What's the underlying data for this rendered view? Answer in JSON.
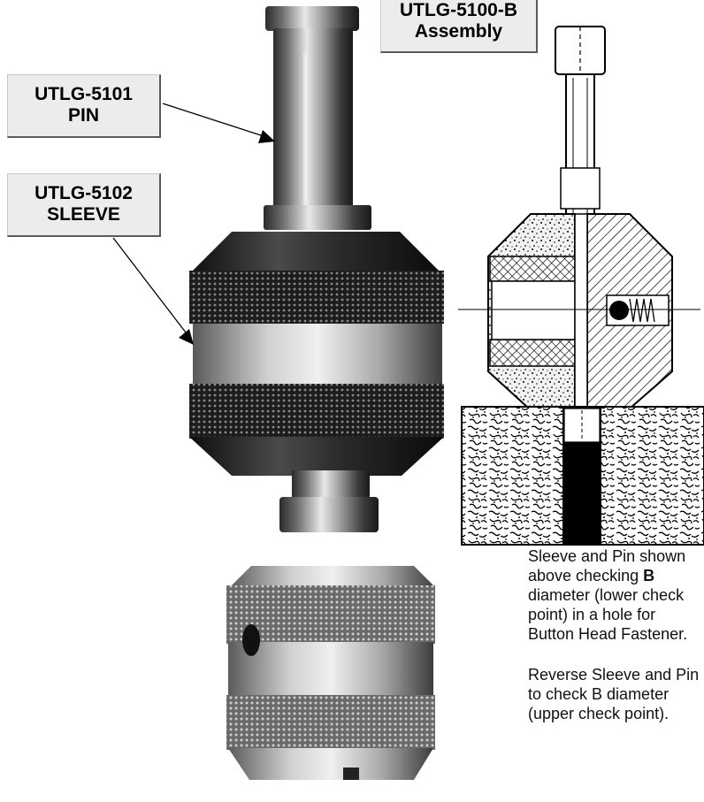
{
  "callouts": {
    "assembly": {
      "line1": "UTLG-5100-B",
      "line2": "Assembly"
    },
    "pin": {
      "line1": "UTLG-5101",
      "line2": "PIN"
    },
    "sleeve": {
      "line1": "UTLG-5102",
      "line2": "SLEEVE"
    }
  },
  "captions": {
    "first": {
      "part1": "Sleeve and Pin shown above checking",
      "bold": "B",
      "part2": "diameter (lower check point) in a hole for Button Head Fastener."
    },
    "second": "Reverse Sleeve and Pin to check B diameter (upper check point)."
  },
  "colors": {
    "callout_bg": "#ececec",
    "metal_dark": "#1e1e1e",
    "metal_light": "#c9c9c9"
  }
}
